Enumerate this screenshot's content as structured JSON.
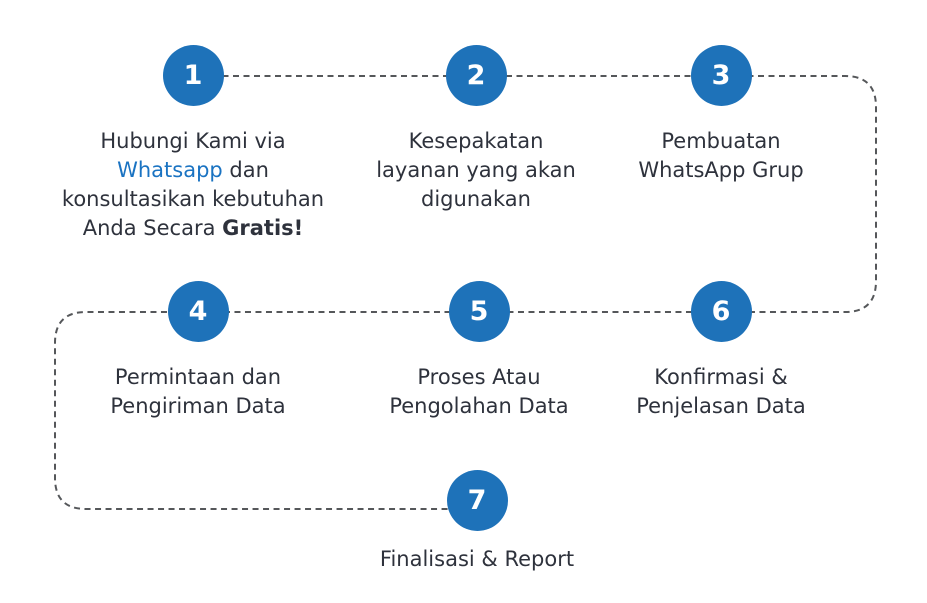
{
  "colors": {
    "circle_fill": "#1e72b9",
    "number_text": "#ffffff",
    "label_text": "#2e323c",
    "link_blue": "#1a73c2",
    "connector": "#55575a",
    "background": "#ffffff"
  },
  "steps": [
    {
      "number": "1",
      "line1": "Hubungi Kami via",
      "line2_link": "Whatsapp",
      "line2_rest": " dan",
      "line3": "konsultasikan kebutuhan",
      "line4_pre": "Anda Secara ",
      "line4_bold": "Gratis!"
    },
    {
      "number": "2",
      "lines": [
        "Kesepakatan",
        "layanan yang akan",
        "digunakan"
      ]
    },
    {
      "number": "3",
      "lines": [
        "Pembuatan",
        "WhatsApp Grup"
      ]
    },
    {
      "number": "4",
      "lines": [
        "Permintaan dan",
        "Pengiriman Data"
      ]
    },
    {
      "number": "5",
      "lines": [
        "Proses Atau",
        "Pengolahan Data"
      ]
    },
    {
      "number": "6",
      "lines": [
        "Konfirmasi &",
        "Penjelasan Data"
      ]
    },
    {
      "number": "7",
      "lines": [
        "Finalisasi & Report"
      ]
    }
  ]
}
